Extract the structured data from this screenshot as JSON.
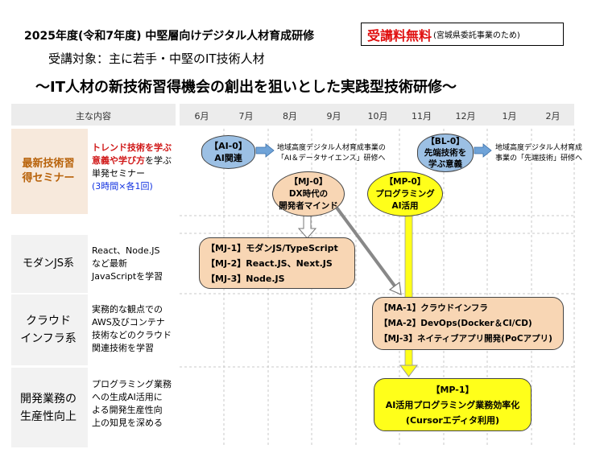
{
  "header": {
    "title": "2025年度(令和7年度)  中堅層向けデジタル人材育成研修",
    "badge_main": "受講料無料",
    "badge_note": "(宮城県委託事業のため)",
    "target": "受講対象：主に若手・中堅のIT技術人材",
    "subtitle": "～IT人材の新技術習得機会の創出を狙いとした実践型技術研修～"
  },
  "columns": {
    "content_label": "主な内容",
    "months": [
      "6月",
      "7月",
      "8月",
      "9月",
      "10月",
      "11月",
      "12月",
      "1月",
      "2月"
    ]
  },
  "rows": [
    {
      "label_lines": [
        "最新技術習",
        "得セミナー"
      ],
      "desc_red": "トレンド技術を学ぶ意義や学び方",
      "desc_tail": "を学ぶ単発セミナー",
      "desc_blue": "(3時間×各1回)"
    },
    {
      "label_lines": [
        "モダンJS系"
      ],
      "desc_lines": [
        "React、Node.JS",
        "など最新",
        "JavaScriptを学習"
      ]
    },
    {
      "label_lines": [
        "クラウド",
        "インフラ系"
      ],
      "desc_lines": [
        "実務的な観点での",
        "AWS及びコンテナ",
        "技術などのクラウド",
        "関連技術を学習"
      ]
    },
    {
      "label_lines": [
        "開発業務の",
        "生産性向上"
      ],
      "desc_lines": [
        "プログラミング業務",
        "への生成AI活用に",
        "よる開発生産性向",
        "上の知見を深める"
      ]
    }
  ],
  "courses": {
    "ai0": {
      "code": "【AI-0】",
      "name": "AI関連"
    },
    "ai0_note": [
      "地域高度デジタル人材育成事業の",
      "「AI＆データサイエンス」研修へ"
    ],
    "bl0": {
      "code": "【BL-0】",
      "name_lines": [
        "先端技術を",
        "学ぶ意義"
      ]
    },
    "bl0_note": [
      "地域高度デジタル人材育成",
      "事業の「先端技術」研修へ"
    ],
    "mj0": {
      "code": "【MJ-0】",
      "name_lines": [
        "DX時代の",
        "開発者マインド"
      ]
    },
    "mp0": {
      "code": "【MP-0】",
      "name_lines": [
        "プログラミング",
        "AI活用"
      ]
    },
    "mj_group": [
      "【MJ-1】モダンJS/TypeScript",
      "【MJ-2】React.JS、Next.JS",
      "【MJ-3】Node.JS"
    ],
    "ma_group": [
      "【MA-1】クラウドインフラ",
      "【MA-2】DevOps(Docker＆CI/CD)",
      "【MJ-3】ネイティブアプリ開発(PoCアプリ)"
    ],
    "mp1": {
      "code": "【MP-1】",
      "name": "AI活用プログラミング業務効率化",
      "sub": "(Cursorエディタ利用)"
    }
  },
  "colors": {
    "blue_box": "#9cc0e4",
    "peach_box": "#f8d6b4",
    "yellow_box": "#ffff1a",
    "accent_red": "#d01818",
    "accent_blue": "#1030e0"
  }
}
